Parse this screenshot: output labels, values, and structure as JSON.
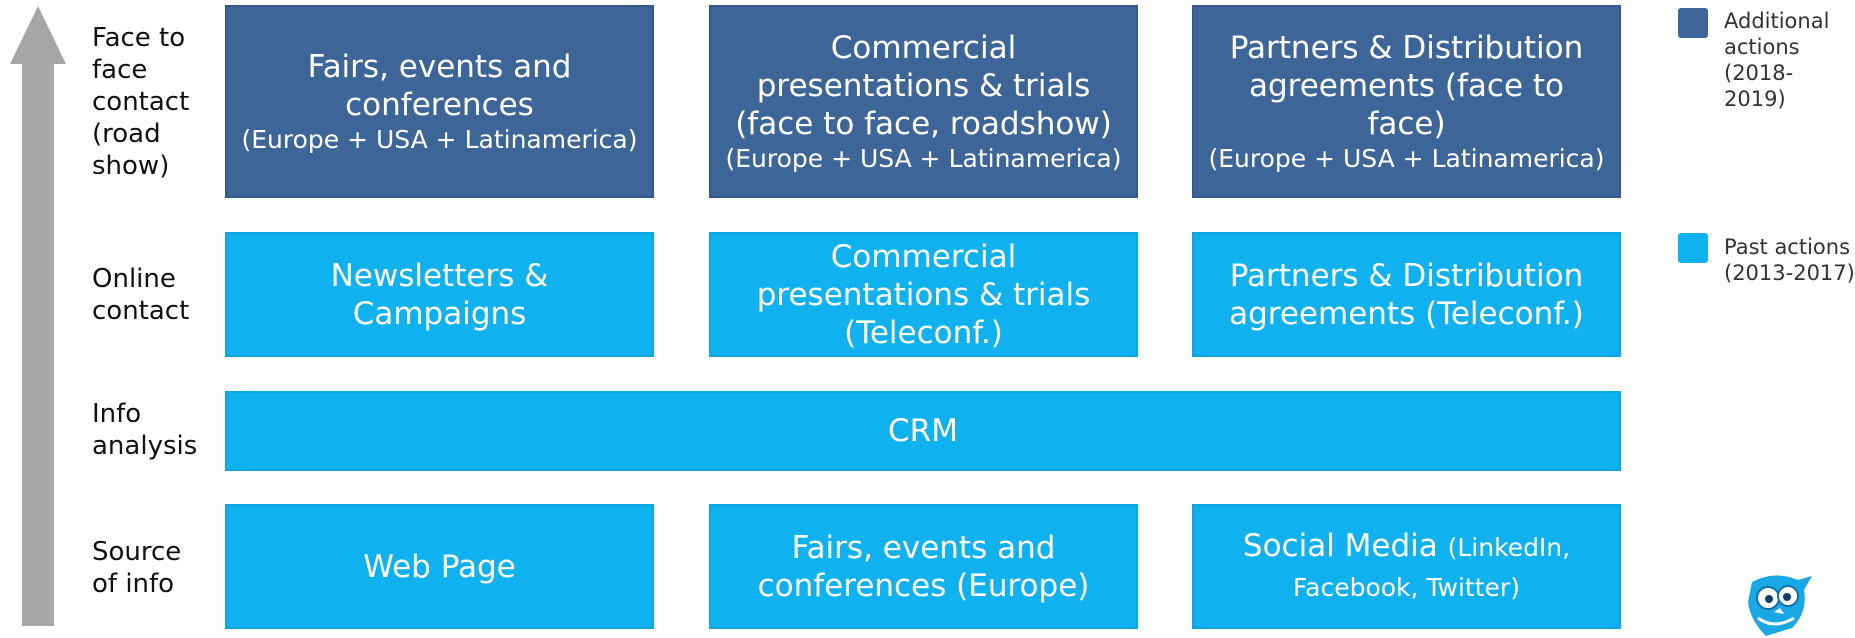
{
  "rows": {
    "face": "Face to face contact (road show)",
    "online": "Online contact",
    "info": "Info analysis",
    "source": "Source of info"
  },
  "face": [
    {
      "main": "Fairs, events and conferences",
      "sub": "(Europe + USA + Latinamerica)"
    },
    {
      "main": "Commercial presentations & trials (face to face, roadshow)",
      "sub": "(Europe + USA + Latinamerica)"
    },
    {
      "main": "Partners & Distribution agreements (face to face)",
      "sub": "(Europe + USA + Latinamerica)"
    }
  ],
  "online": [
    {
      "main": "Newsletters & Campaigns"
    },
    {
      "main": "Commercial presentations & trials (Teleconf.)"
    },
    {
      "main": "Partners & Distribution agreements (Teleconf.)"
    }
  ],
  "crm": {
    "main": "CRM"
  },
  "source": [
    {
      "main": "Web Page"
    },
    {
      "main": "Fairs, events and conferences (Europe)"
    },
    {
      "main": "Social Media",
      "sub": "(LinkedIn, Facebook, Twitter)"
    }
  ],
  "legend": {
    "additional": "Additional actions (2018-2019)",
    "past": "Past actions (2013-2017)"
  },
  "colors": {
    "additional": "#3e6598",
    "past": "#0fb1ee",
    "arrow": "#a6a6a6"
  }
}
